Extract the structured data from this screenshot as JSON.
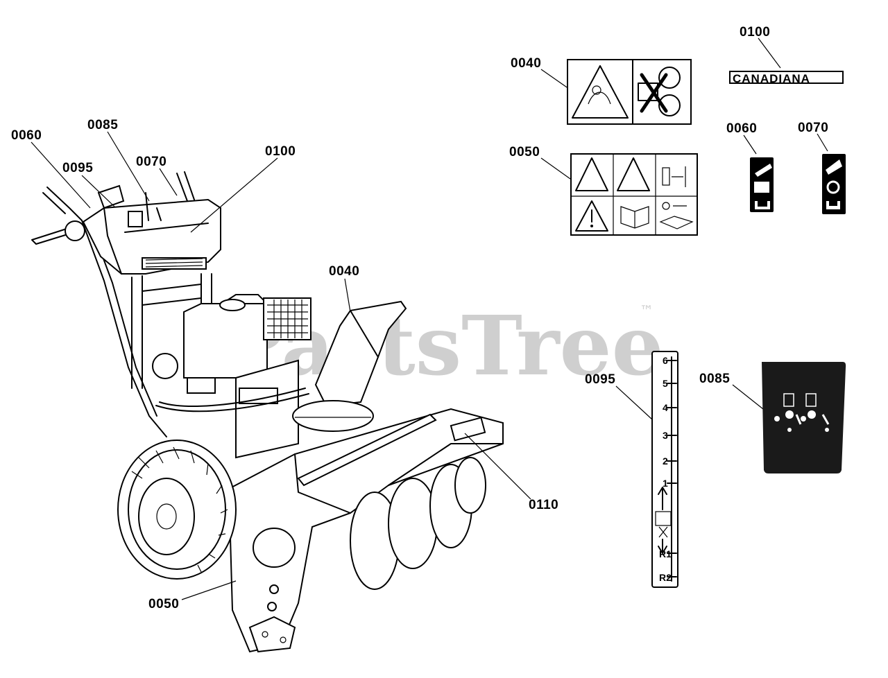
{
  "watermark": {
    "text": "PartsTree",
    "tm": "™"
  },
  "callouts": {
    "c0060_main": "0060",
    "c0085_main": "0085",
    "c0095_main": "0095",
    "c0070_main": "0070",
    "c0100_main": "0100",
    "c0040_main": "0040",
    "c0110_main": "0110",
    "c0050_main": "0050",
    "c0040_decal": "0040",
    "c0050_decal": "0050",
    "c0100_decal": "0100",
    "c0060_decal": "0060",
    "c0070_decal": "0070",
    "c0095_decal": "0095",
    "c0085_decal": "0085"
  },
  "brand_logo": {
    "text": "CANADIANA"
  },
  "speed_scale": {
    "marks": [
      "6",
      "5",
      "4",
      "3",
      "2",
      "1",
      "R1",
      "R2"
    ]
  }
}
